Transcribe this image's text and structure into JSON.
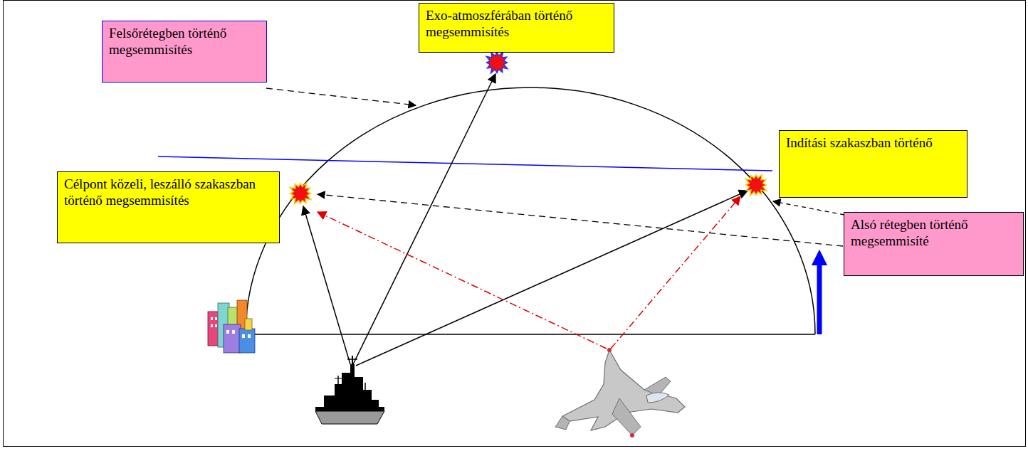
{
  "diagram": {
    "nodes": [
      {
        "text": [
          "Felsőrétegben történő megsemmisítés"
        ]
      },
      {
        "text": [
          "Exo-atmoszférában történő megsemmisítés"
        ]
      },
      {
        "text": [
          "Indítási szakaszban történő"
        ]
      },
      {
        "text": [
          "Célpont közeli, leszálló szakaszban történő megsemmisítés"
        ]
      },
      {
        "text": [
          "Alsó rétegben történő megsemmisíté"
        ]
      }
    ]
  }
}
